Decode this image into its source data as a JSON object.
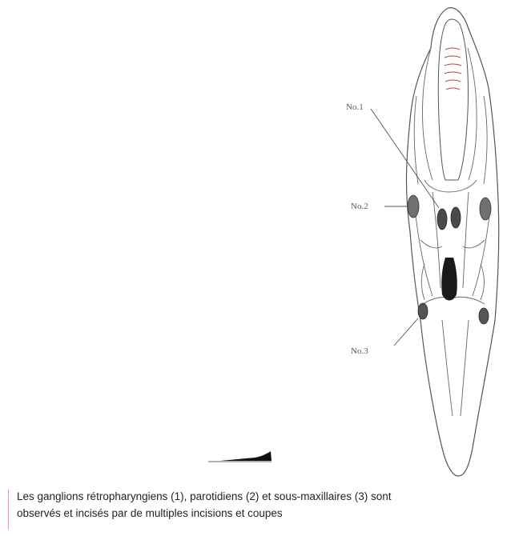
{
  "labels": {
    "no1": "No.1",
    "no2": "No.2",
    "no3": "No.3"
  },
  "caption": {
    "line1": "Les ganglions rétropharyngiens (1), parotidiens (2) et sous-maxillaires (3) sont",
    "line2": "observés et incisés par de multiples incisions et coupes"
  },
  "colors": {
    "outline": "#555555",
    "ganglion": "#707070",
    "ganglion_dark": "#1a1a1a",
    "palate_marks": "#b04848"
  }
}
